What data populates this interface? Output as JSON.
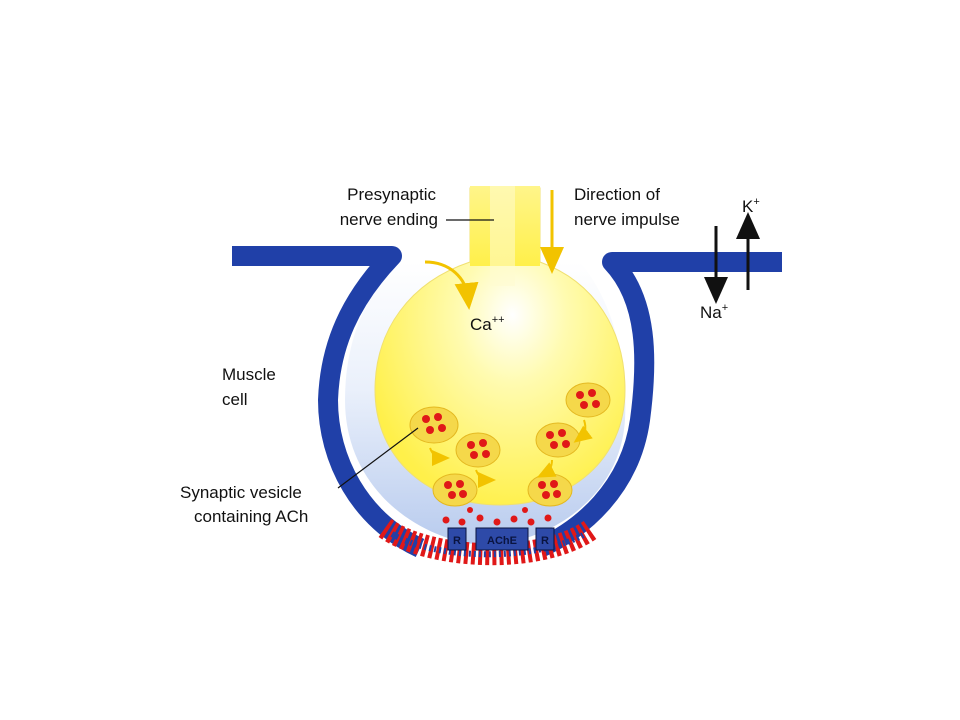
{
  "labels": {
    "presynaptic_line1": "Presynaptic",
    "presynaptic_line2": "nerve ending",
    "direction_line1": "Direction of",
    "direction_line2": "nerve impulse",
    "muscle_line1": "Muscle",
    "muscle_line2": "cell",
    "vesicle_line1": "Synaptic vesicle",
    "vesicle_line2": "containing ACh",
    "calcium": "Ca",
    "calcium_charge": "++",
    "potassium": "K",
    "potassium_charge": "+",
    "sodium": "Na",
    "sodium_charge": "+",
    "receptor_left": "R",
    "receptor_right": "R",
    "enzyme": "AChE"
  },
  "colors": {
    "membrane": "#2040a8",
    "nerve_fill": "#fff26a",
    "cleft_fill": "#c9d7f0",
    "ach_dot": "#e01818",
    "vesicle_fill": "#f5d84a",
    "arrow_yellow": "#f2c300",
    "receptor_fill": "#2e4aa8"
  },
  "icons": [
    "arrow-down-icon",
    "arrow-up-icon",
    "arrow-curved-icon"
  ]
}
